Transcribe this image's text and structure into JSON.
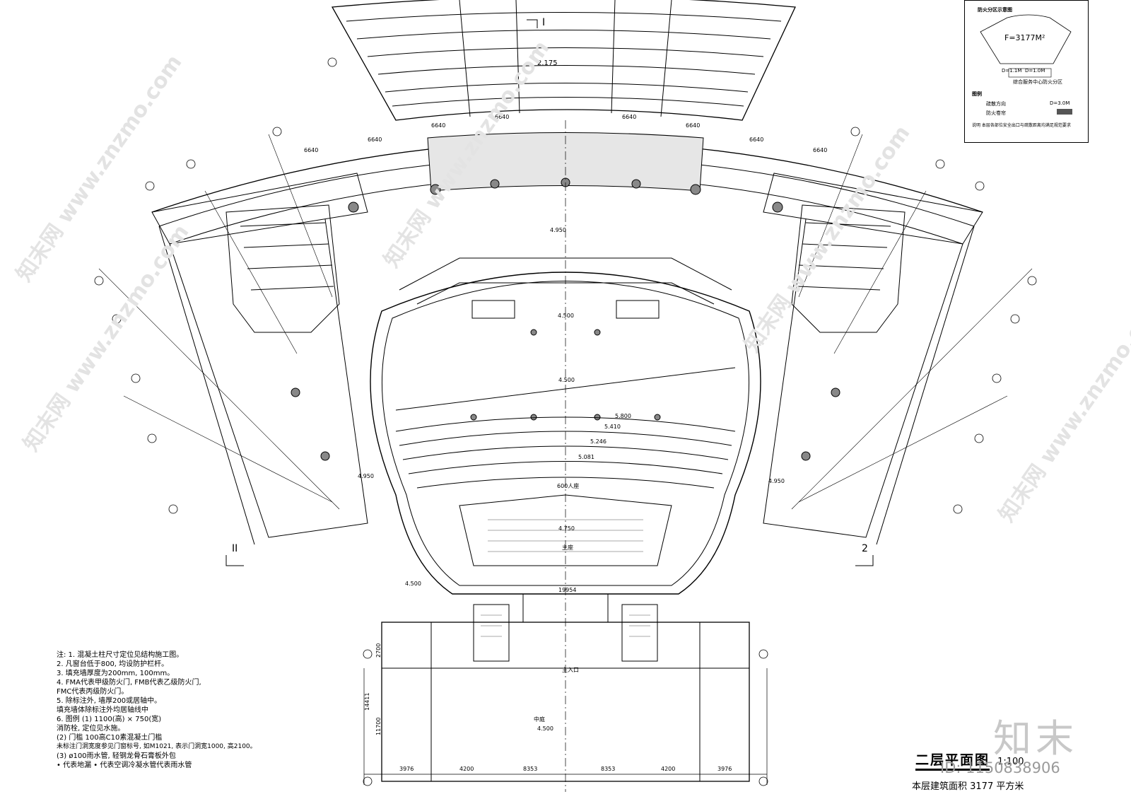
{
  "drawing": {
    "title": "二层平面图",
    "scale": "1:100",
    "area_note": "本层建筑面积 3177 平方米"
  },
  "section_marks": {
    "left": "II",
    "right": "2",
    "top": "I"
  },
  "elevations": {
    "top": "2.175",
    "upper_hall": "4.950",
    "lobby_center": "4.500",
    "stage": "4.500",
    "right_wing": "4.950",
    "left_wing": "4.950",
    "tier1": "5.800",
    "tier2": "5.410",
    "tier3": "5.246",
    "tier4": "5.081",
    "lower_left": "4.500",
    "bottom_hall": "4.500",
    "seat_area": "4.750"
  },
  "labels": {
    "seating_upper": "600人座",
    "seating_lower": "主座",
    "dim_width": "19954",
    "dim_bottom": [
      "3976",
      "4200",
      "8353",
      "8353",
      "4200",
      "3976"
    ],
    "dim_vertical": [
      "14411",
      "11700",
      "2700"
    ],
    "ring_dims": [
      "6640",
      "6640",
      "6640",
      "6640",
      "6640",
      "6640",
      "6640",
      "6640"
    ],
    "hall_label": "中庭",
    "entrance": "主入口"
  },
  "legend": {
    "header": "防火分区示意图",
    "area": "F=3177M²",
    "zone_label": "综合服务中心防火分区",
    "legend_title": "图例",
    "item1": "疏散方向",
    "item2": "防火卷帘",
    "note": "说明 本层各部位安全出口与疏散距离均满足规范要求",
    "mark1": "D=1.1M",
    "mark2": "D=1.0M",
    "slope": "D=3.0M"
  },
  "notes": [
    "注: 1. 混凝土柱尺寸定位见结构施工图。",
    "2. 凡窗台低于800, 均设防护栏杆。",
    "3. 填充墙厚度为200mm, 100mm。",
    "4. FMA代表甲级防火门, FMB代表乙级防火门,",
    "FMC代表丙级防火门。",
    "5. 除标注外, 墙厚200或居轴中。",
    "填充墙体除标注外均居轴线中",
    "6. 图例 (1) 1100(高) × 750(宽)",
    "消防栓, 定位见水施。",
    "(2) 门槛 100高C10素混凝土门槛",
    "未标注门洞宽度参见门窗标号, 如M1021, 表示门洞宽1000, 高2100。",
    "(3) ø100雨水管, 轻钢龙骨石膏板外包",
    "• 代表地漏  • 代表空调冷凝水管代表雨水管"
  ],
  "watermark": {
    "logo": "知末",
    "id": "ID: 1150838906",
    "site": "知末网 www.znzmo.com"
  }
}
